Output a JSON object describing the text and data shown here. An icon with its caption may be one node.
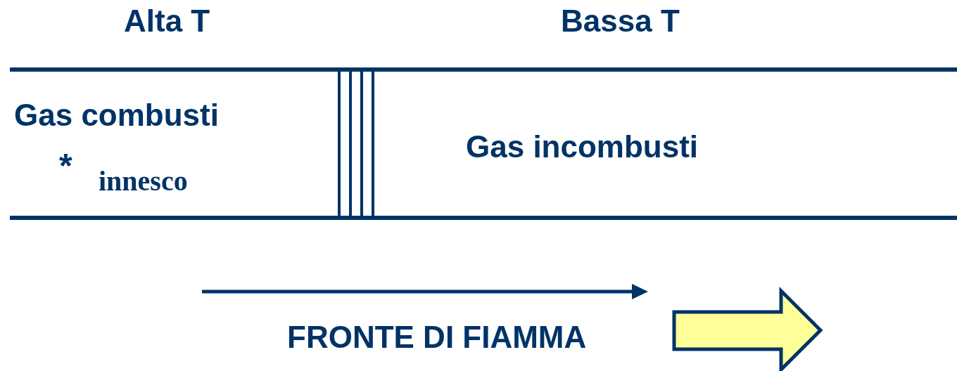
{
  "diagram": {
    "labels": [
      "Alta T",
      "Bassa T",
      "Gas combusti",
      "*",
      "innesco",
      "Gas incombusti",
      "FRONTE DI FIAMMA"
    ]
  }
}
